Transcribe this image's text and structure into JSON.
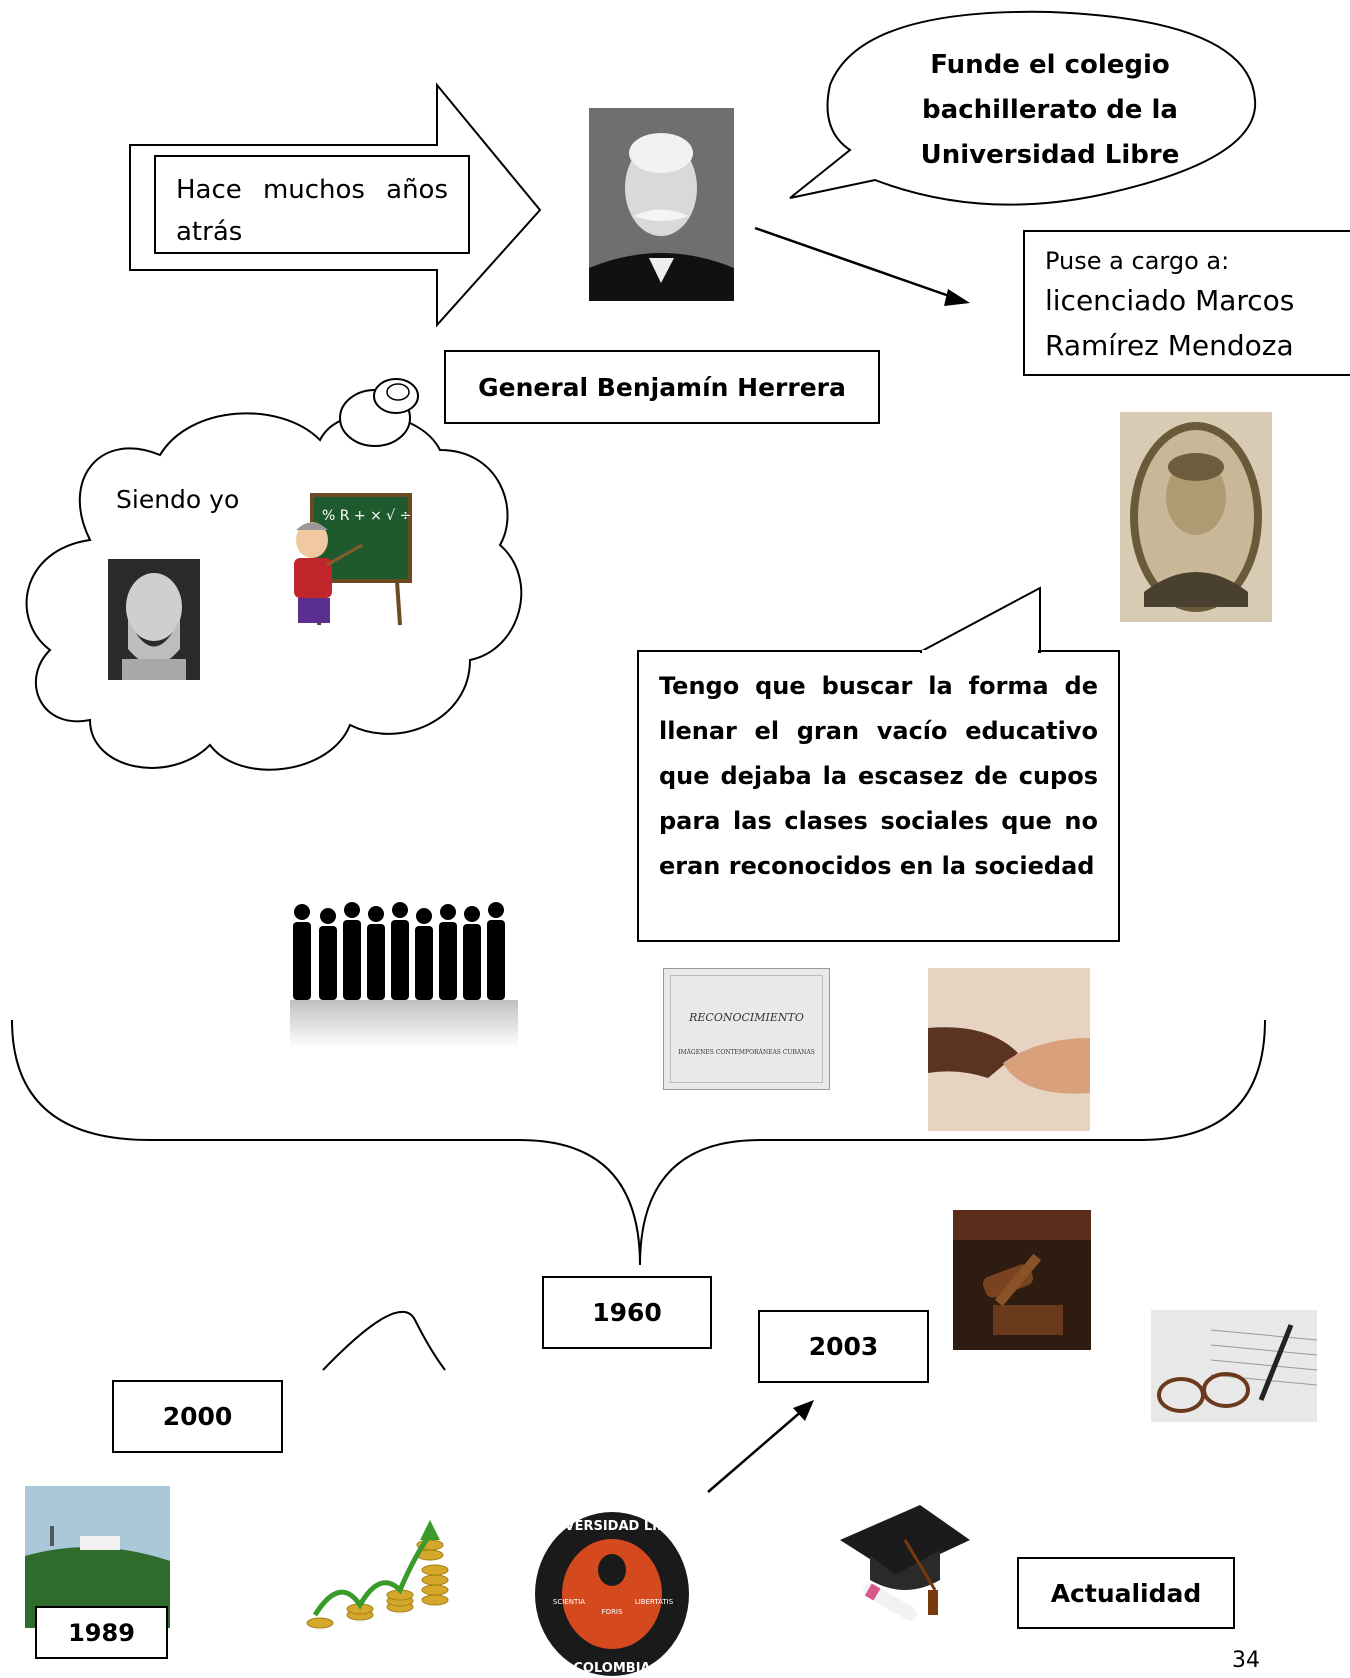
{
  "header": {
    "hace_text": "Hace muchos años atrás",
    "speech_bubble": "Funde el colegio bachillerato de la Universidad Libre",
    "puse_label": "Puse a cargo a:",
    "puse_name": "licenciado Marcos Ramírez Mendoza",
    "general_label": "General Benjamín Herrera"
  },
  "thought": {
    "siendo_yo": "Siendo yo",
    "chalkboard_symbols": "% R + × √ ÷"
  },
  "callout": {
    "text": "Tengo que buscar la forma de llenar el gran vacío educativo que dejaba la escasez de cupos para las clases sociales que no eran reconocidos en la sociedad"
  },
  "certificate": {
    "title": "RECONOCIMIENTO",
    "subtitle": "IMÁGENES CONTEMPORÁNEAS CUBANAS"
  },
  "timeline": {
    "y1960": "1960",
    "y2003": "2003",
    "y2000": "2000",
    "y1989": "1989",
    "actualidad": "Actualidad"
  },
  "logo": {
    "top": "UNIVERSIDAD LIBRE",
    "bottom": "COLOMBIA",
    "left": "SCIENTIA",
    "mid": "FORIS",
    "right": "LIBERTATIS"
  },
  "page_number": "34"
}
